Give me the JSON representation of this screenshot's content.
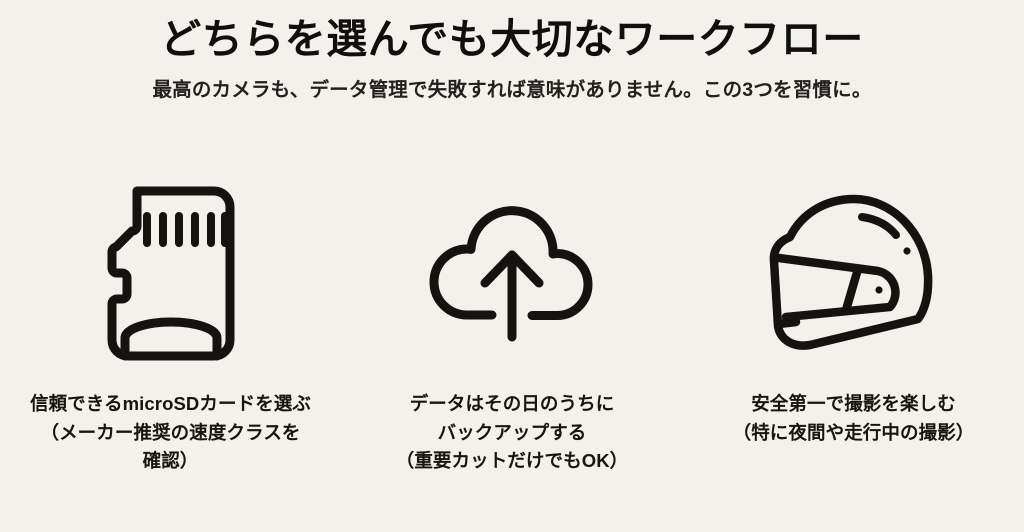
{
  "slide": {
    "background_color": "#f2f1ec",
    "text_color": "#11100e",
    "title": "どちらを選んでも大切なワークフロー",
    "subtitle": "最高のカメラも、データ管理で失敗すれば意味がありません。この3つを習慣に。"
  },
  "columns": [
    {
      "icon": "microsd-card-icon",
      "caption": "信頼できるmicroSDカードを選ぶ\n（メーカー推奨の速度クラスを\n確認）"
    },
    {
      "icon": "cloud-upload-icon",
      "caption": "データはその日のうちに\nバックアップする\n（重要カットだけでもOK）"
    },
    {
      "icon": "helmet-icon",
      "caption": "安全第一で撮影を楽しむ\n（特に夜間や走行中の撮影）"
    }
  ]
}
